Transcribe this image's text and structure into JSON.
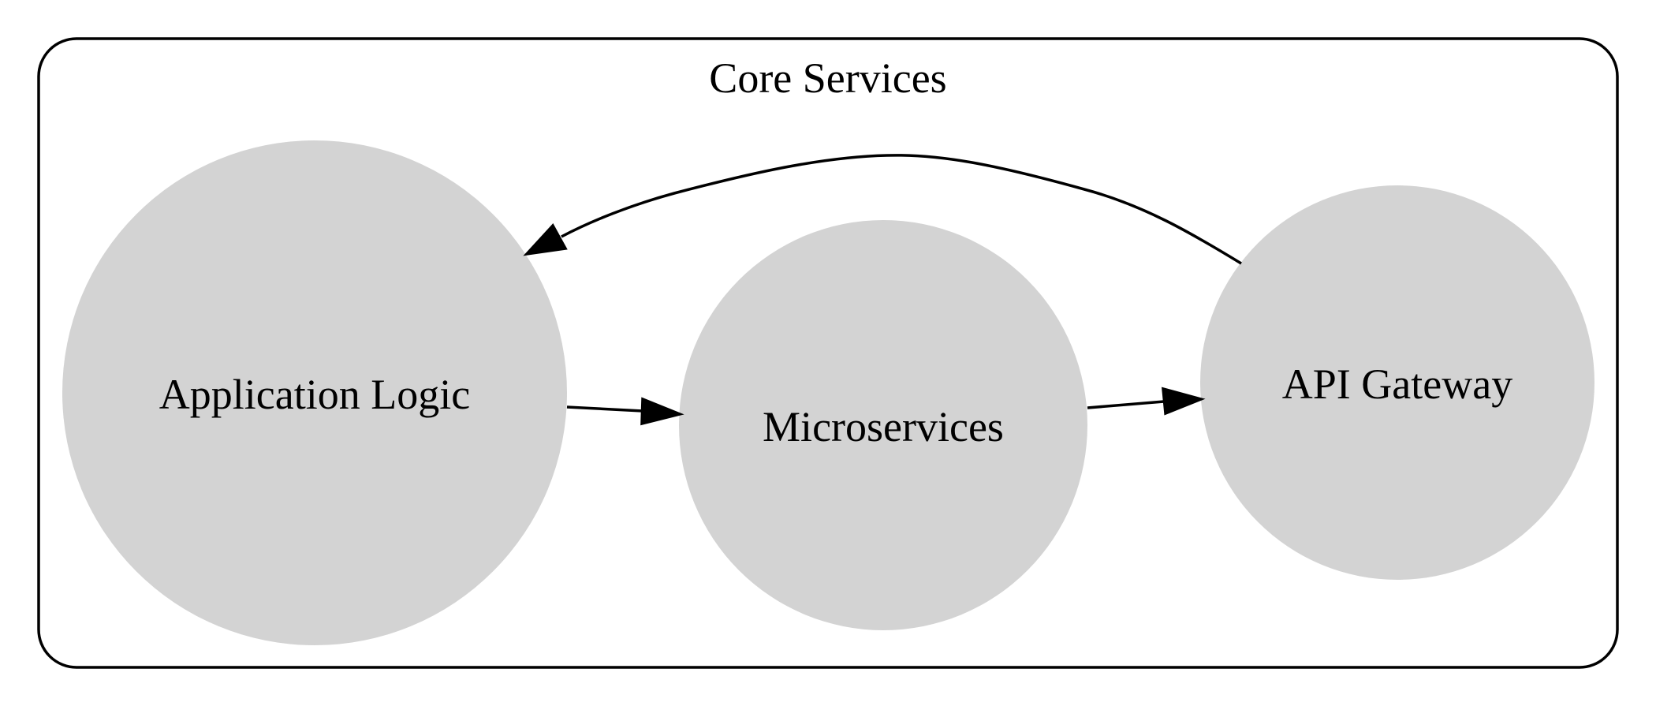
{
  "cluster": {
    "title": "Core Services"
  },
  "nodes": [
    {
      "id": "app",
      "label": "Application Logic",
      "fill": "#d3d3d3"
    },
    {
      "id": "micro",
      "label": "Microservices",
      "fill": "#d3d3d3"
    },
    {
      "id": "gateway",
      "label": "API Gateway",
      "fill": "#d3d3d3"
    }
  ],
  "edges": [
    {
      "from": "app",
      "to": "micro"
    },
    {
      "from": "micro",
      "to": "gateway"
    },
    {
      "from": "gateway",
      "to": "app"
    }
  ],
  "colors": {
    "node_fill": "#d3d3d3",
    "stroke": "#000000",
    "background": "#ffffff"
  }
}
